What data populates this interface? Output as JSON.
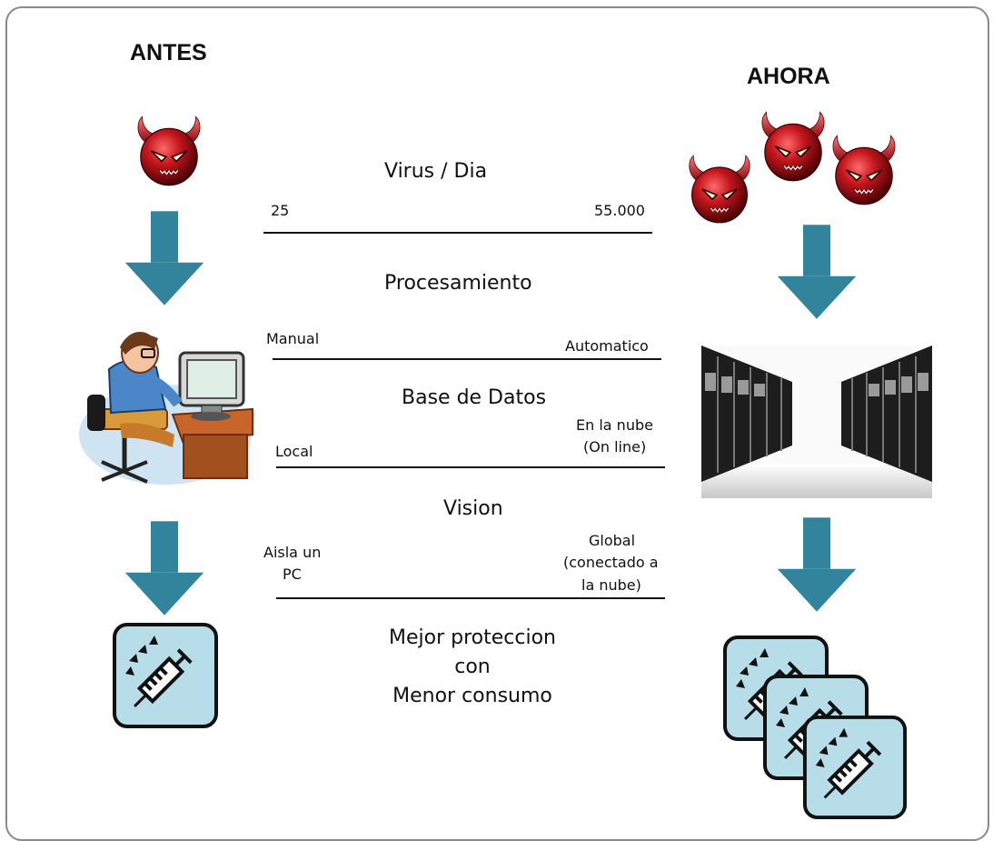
{
  "left": {
    "heading": "ANTES"
  },
  "right": {
    "heading": "AHORA"
  },
  "rows": [
    {
      "title": "Virus  / Dia",
      "left_label": "25",
      "right_label": "55.000"
    },
    {
      "title": "Procesamiento",
      "left_label": "Manual",
      "right_label": "Automatico"
    },
    {
      "title": "Base de Datos",
      "left_label": "Local",
      "right_label_1": "En la nube",
      "right_label_2": "(On line)"
    },
    {
      "title": "Vision",
      "left_label_1": "Aisla un",
      "left_label_2": "PC",
      "right_label_1": "Global",
      "right_label_2": "(conectado a",
      "right_label_3": "la nube)"
    }
  ],
  "conclusion": {
    "line1": "Mejor proteccion",
    "line2": "con",
    "line3": "Menor consumo"
  },
  "colors": {
    "arrow": "#31849b",
    "devil": "#c4161c",
    "syringe_box": "#b7dde8"
  },
  "icons": [
    "devil-icon",
    "arrow-down-icon",
    "computer-user-icon",
    "server-room-icon",
    "syringe-icon"
  ]
}
